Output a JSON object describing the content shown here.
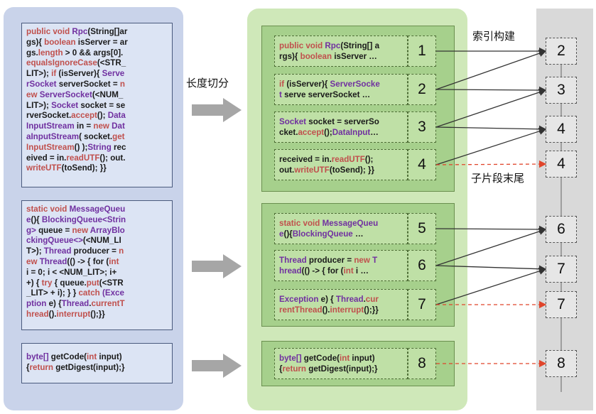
{
  "labels": {
    "split": "长度切分",
    "index_build": "索引构建",
    "segment_end": "子片段末尾"
  },
  "colors": {
    "left_panel": "#c9d3ea",
    "middle_panel": "#cfe8b9",
    "right_strip": "#d9d9d9",
    "keyword": "#c0504d",
    "identifier": "#7030a0",
    "link_arrow": "#333333",
    "end_arrow": "#e0452b",
    "big_arrow": "#a6a6a6"
  },
  "source_blocks": [
    {
      "lines": [
        [
          [
            "kw",
            "public void "
          ],
          [
            "fn",
            "Rpc"
          ],
          [
            "pl",
            "(String[]ar"
          ]
        ],
        [
          [
            "pl",
            "gs){ "
          ],
          [
            "kw",
            "boolean "
          ],
          [
            "pl",
            "isServer = ar"
          ]
        ],
        [
          [
            "pl",
            "gs."
          ],
          [
            "kw",
            "length"
          ],
          [
            "pl",
            " > 0 && args[0]."
          ]
        ],
        [
          [
            "kw",
            "equalsIgnoreCase"
          ],
          [
            "pl",
            "(<STR_"
          ]
        ],
        [
          [
            "pl",
            "LIT>); "
          ],
          [
            "kw",
            "if "
          ],
          [
            "pl",
            "(isServer){ "
          ],
          [
            "fn",
            "Serve"
          ]
        ],
        [
          [
            "fn",
            "rSocket "
          ],
          [
            "pl",
            "serverSocket = "
          ],
          [
            "kw",
            "n"
          ]
        ],
        [
          [
            "kw",
            "ew "
          ],
          [
            "fn",
            "ServerSocket"
          ],
          [
            "pl",
            "(<NUM_"
          ]
        ],
        [
          [
            "pl",
            "LIT>); "
          ],
          [
            "fn",
            "Socket "
          ],
          [
            "pl",
            "socket = se"
          ]
        ],
        [
          [
            "pl",
            "rverSocket."
          ],
          [
            "kw",
            "accept"
          ],
          [
            "pl",
            "(); "
          ],
          [
            "fn",
            "Data"
          ]
        ],
        [
          [
            "fn",
            "InputStream "
          ],
          [
            "pl",
            "in = "
          ],
          [
            "kw",
            "new "
          ],
          [
            "fn",
            "Dat"
          ]
        ],
        [
          [
            "fn",
            "aInputStream"
          ],
          [
            "pl",
            "( socket."
          ],
          [
            "kw",
            "get"
          ]
        ],
        [
          [
            "kw",
            "InputStream"
          ],
          [
            "pl",
            "() );"
          ],
          [
            "fn",
            "String "
          ],
          [
            "pl",
            "rec"
          ]
        ],
        [
          [
            "pl",
            "eived = in."
          ],
          [
            "kw",
            "readUTF"
          ],
          [
            "pl",
            "(); out."
          ]
        ],
        [
          [
            "kw",
            "writeUTF"
          ],
          [
            "pl",
            "(toSend); }}"
          ]
        ]
      ]
    },
    {
      "lines": [
        [
          [
            "kw",
            "static void "
          ],
          [
            "fn",
            "MessageQueu"
          ]
        ],
        [
          [
            "fn",
            "e"
          ],
          [
            "pl",
            "(){ "
          ],
          [
            "fn",
            "BlockingQueue<Strin"
          ]
        ],
        [
          [
            "fn",
            "g> "
          ],
          [
            "pl",
            "queue = "
          ],
          [
            "kw",
            "new "
          ],
          [
            "fn",
            "ArrayBlo"
          ]
        ],
        [
          [
            "fn",
            "ckingQueue<>"
          ],
          [
            "pl",
            "(<NUM_LI"
          ]
        ],
        [
          [
            "pl",
            "T>); "
          ],
          [
            "fn",
            "Thread "
          ],
          [
            "pl",
            "producer = "
          ],
          [
            "kw",
            "n"
          ]
        ],
        [
          [
            "kw",
            "ew "
          ],
          [
            "fn",
            "Thread"
          ],
          [
            "pl",
            "(() -> { for ("
          ],
          [
            "kw",
            "int"
          ]
        ],
        [
          [
            "pl",
            "i = 0; i < <NUM_LIT>; i+"
          ]
        ],
        [
          [
            "pl",
            "+) { "
          ],
          [
            "kw",
            "try "
          ],
          [
            "pl",
            "{ queue."
          ],
          [
            "kw",
            "put"
          ],
          [
            "pl",
            "(<STR"
          ]
        ],
        [
          [
            "pl",
            "_LIT> + i); } } "
          ],
          [
            "kw",
            "catch "
          ],
          [
            "fn",
            "(Exce"
          ]
        ],
        [
          [
            "fn",
            "ption "
          ],
          [
            "pl",
            "e) {"
          ],
          [
            "fn",
            "Thread"
          ],
          [
            "pl",
            "."
          ],
          [
            "kw",
            "currentT"
          ]
        ],
        [
          [
            "kw",
            "hread"
          ],
          [
            "pl",
            "()."
          ],
          [
            "kw",
            "interrupt"
          ],
          [
            "pl",
            "();}}"
          ]
        ]
      ]
    },
    {
      "lines": [
        [
          [
            "fn",
            "byte[] "
          ],
          [
            "pl",
            "getCode("
          ],
          [
            "kw",
            "int "
          ],
          [
            "pl",
            "input)"
          ]
        ],
        [
          [
            "pl",
            "{"
          ],
          [
            "kw",
            "return "
          ],
          [
            "pl",
            "getDigest(input);}"
          ]
        ]
      ]
    }
  ],
  "chunks": [
    {
      "num": "1",
      "lines": [
        [
          [
            "kw",
            "public void "
          ],
          [
            "fn",
            "Rpc"
          ],
          [
            "pl",
            "(String[] a"
          ]
        ],
        [
          [
            "pl",
            "rgs){ "
          ],
          [
            "kw",
            "boolean "
          ],
          [
            "pl",
            "isServer …"
          ]
        ]
      ]
    },
    {
      "num": "2",
      "lines": [
        [
          [
            "kw",
            "if "
          ],
          [
            "pl",
            "(isServer){ "
          ],
          [
            "fn",
            "ServerSocke"
          ]
        ],
        [
          [
            "fn",
            "t "
          ],
          [
            "pl",
            "serve serverSocket …"
          ]
        ]
      ]
    },
    {
      "num": "3",
      "lines": [
        [
          [
            "fn",
            "Socket "
          ],
          [
            "pl",
            "socket = serverSo"
          ]
        ],
        [
          [
            "pl",
            "cket."
          ],
          [
            "kw",
            "accept"
          ],
          [
            "pl",
            "();"
          ],
          [
            "fn",
            "DataInput"
          ],
          [
            "pl",
            "…"
          ]
        ]
      ]
    },
    {
      "num": "4",
      "lines": [
        [
          [
            "pl",
            "received = in."
          ],
          [
            "kw",
            "readUTF"
          ],
          [
            "pl",
            "();"
          ]
        ],
        [
          [
            "pl",
            "out."
          ],
          [
            "kw",
            "writeUTF"
          ],
          [
            "pl",
            "(toSend); }}"
          ]
        ]
      ]
    },
    {
      "num": "5",
      "lines": [
        [
          [
            "kw",
            "static void "
          ],
          [
            "fn",
            "MessageQueu"
          ]
        ],
        [
          [
            "fn",
            "e"
          ],
          [
            "pl",
            "(){"
          ],
          [
            "fn",
            "BlockingQueue "
          ],
          [
            "pl",
            "…"
          ]
        ]
      ]
    },
    {
      "num": "6",
      "lines": [
        [
          [
            "fn",
            "Thread "
          ],
          [
            "pl",
            "producer = "
          ],
          [
            "kw",
            "new "
          ],
          [
            "fn",
            "T"
          ]
        ],
        [
          [
            "fn",
            "hread"
          ],
          [
            "pl",
            "(() -> { for ("
          ],
          [
            "kw",
            "int "
          ],
          [
            "pl",
            "i …"
          ]
        ]
      ]
    },
    {
      "num": "7",
      "lines": [
        [
          [
            "fn",
            "Exception "
          ],
          [
            "pl",
            "e) { "
          ],
          [
            "fn",
            "Thread"
          ],
          [
            "pl",
            "."
          ],
          [
            "kw",
            "cur"
          ]
        ],
        [
          [
            "kw",
            "rentThread"
          ],
          [
            "pl",
            "()."
          ],
          [
            "kw",
            "interrupt"
          ],
          [
            "pl",
            "();}}"
          ]
        ]
      ]
    },
    {
      "num": "8",
      "lines": [
        [
          [
            "fn",
            "byte[] "
          ],
          [
            "pl",
            "getCode("
          ],
          [
            "kw",
            "int "
          ],
          [
            "pl",
            "input)"
          ]
        ],
        [
          [
            "pl",
            "{"
          ],
          [
            "kw",
            "return "
          ],
          [
            "pl",
            "getDigest(input);}"
          ]
        ]
      ]
    }
  ],
  "index_nodes": [
    "2",
    "3",
    "4",
    "4",
    "6",
    "7",
    "7",
    "8"
  ]
}
